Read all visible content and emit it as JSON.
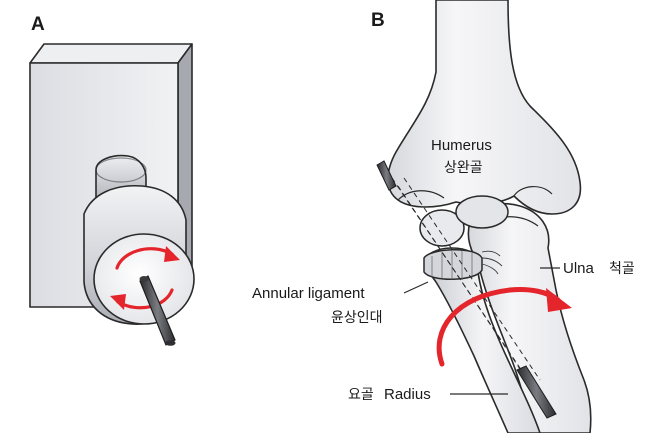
{
  "panels": {
    "a": {
      "letter": "A"
    },
    "b": {
      "letter": "B"
    }
  },
  "labels": {
    "humerus": {
      "en": "Humerus",
      "ko": "상완골"
    },
    "ulna": {
      "en": "Ulna",
      "ko": "척골"
    },
    "annular": {
      "en": "Annular ligament",
      "ko": "윤상인대"
    },
    "radius": {
      "en": "Radius",
      "ko": "요골"
    }
  },
  "colors": {
    "rotation_arrow": "#e4252c",
    "outline": "#2a2a2a",
    "bone_fill": "#f4f4f6",
    "bone_shade": "#c9ccd2"
  }
}
